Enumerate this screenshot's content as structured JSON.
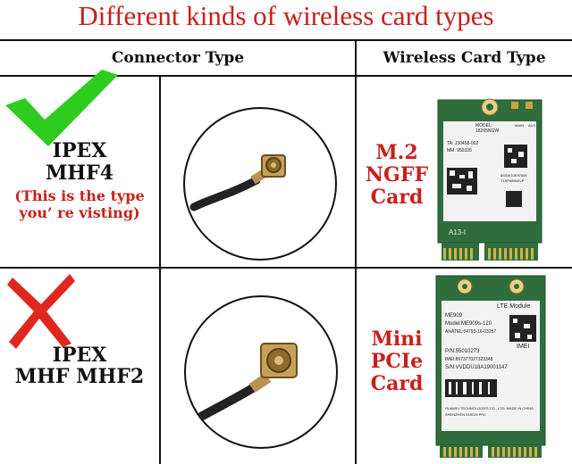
{
  "title": "Different kinds of wireless card types",
  "headers": {
    "connector": "Connector Type",
    "wireless": "Wireless Card Type"
  },
  "rows": [
    {
      "mark": "check",
      "connector_line1": "IPEX",
      "connector_line2": "MHF4",
      "note_line1": "(This is the type",
      "note_line2": "you’ re visting)",
      "card_line1": "M.2",
      "card_line2": "NGFF",
      "card_line3": "Card",
      "card_labels": {
        "model": "MODEL:",
        "model_num": "18265NGW",
        "main": "MAIN",
        "aux": "AUX",
        "ta": "TA: J30458-002",
        "mm": "MM: 950326",
        "serial1": "8SSW10K97505",
        "serial2": "T1SP68900VP",
        "bottom": "A13-I"
      }
    },
    {
      "mark": "cross",
      "connector_line1": "IPEX",
      "connector_line2": "MHF MHF2",
      "card_line1": "Mini",
      "card_line2": "PCIe",
      "card_line3": "Card",
      "card_labels": {
        "lte": "LTE Module",
        "me": "ME909",
        "model": "Model:ME909s-120",
        "anatel": "ANATEL:04793-16-03257",
        "imei": "IMEI",
        "pn": "P/N:55010273",
        "imei_num": "IMEI:867377027323348",
        "sn": "S/N:VVDDU18A19001147",
        "maker": "HUAWEI TECHNOLOGIES CO., LTD. MADE IN CHINA",
        "addr": "SHENZHEN 518129 PRC"
      }
    }
  ],
  "colors": {
    "red": "#c8201c",
    "check_green": "#2ecc1f",
    "cross_red": "#e0261e",
    "card_green": "#2f6e3c",
    "card_label": "#f2f2f2"
  }
}
